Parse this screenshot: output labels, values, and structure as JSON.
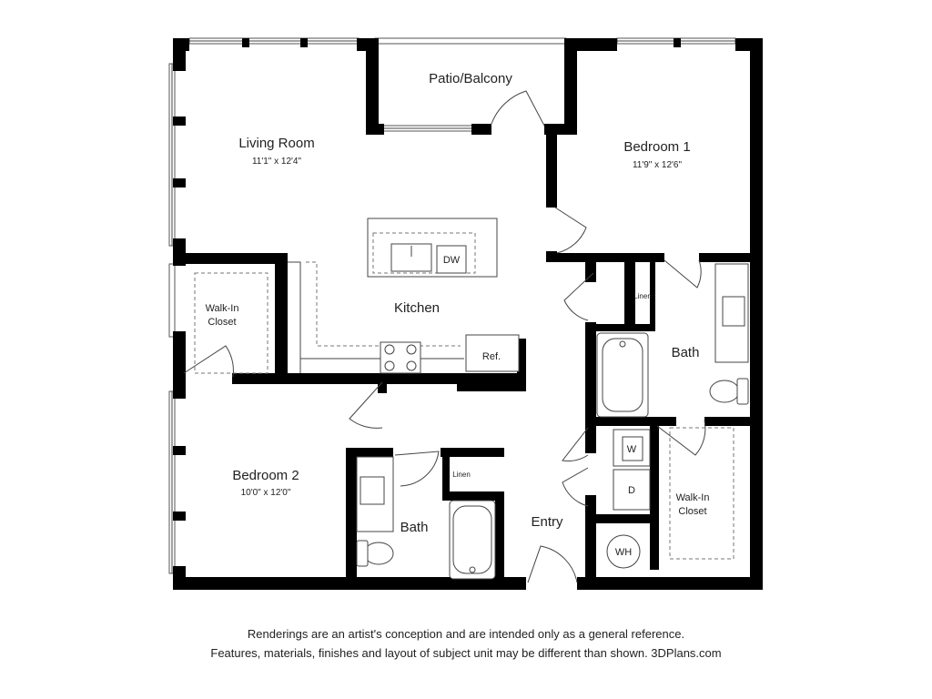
{
  "rooms": {
    "patio": {
      "name": "Patio/Balcony"
    },
    "living": {
      "name": "Living Room",
      "dims": "11'1\" x 12'4\""
    },
    "bedroom1": {
      "name": "Bedroom 1",
      "dims": "11'9\" x 12'6\""
    },
    "kitchen": {
      "name": "Kitchen"
    },
    "walkin_left": {
      "name_line1": "Walk-In",
      "name_line2": "Closet"
    },
    "bath1": {
      "name": "Bath"
    },
    "bedroom2": {
      "name": "Bedroom 2",
      "dims": "10'0\" x 12'0\""
    },
    "bath2": {
      "name": "Bath"
    },
    "entry": {
      "name": "Entry"
    },
    "walkin_right": {
      "name_line1": "Walk-In",
      "name_line2": "Closet"
    }
  },
  "fixtures": {
    "dishwasher": "DW",
    "refrigerator": "Ref.",
    "linen_upper": "Linen",
    "linen_lower": "Linen",
    "washer": "W",
    "dryer": "D",
    "water_heater": "WH"
  },
  "disclaimer": {
    "line1": "Renderings are an artist's conception and are intended only as a general reference.",
    "line2": "Features, materials, finishes and layout of subject unit may be different than shown. 3DPlans.com"
  }
}
